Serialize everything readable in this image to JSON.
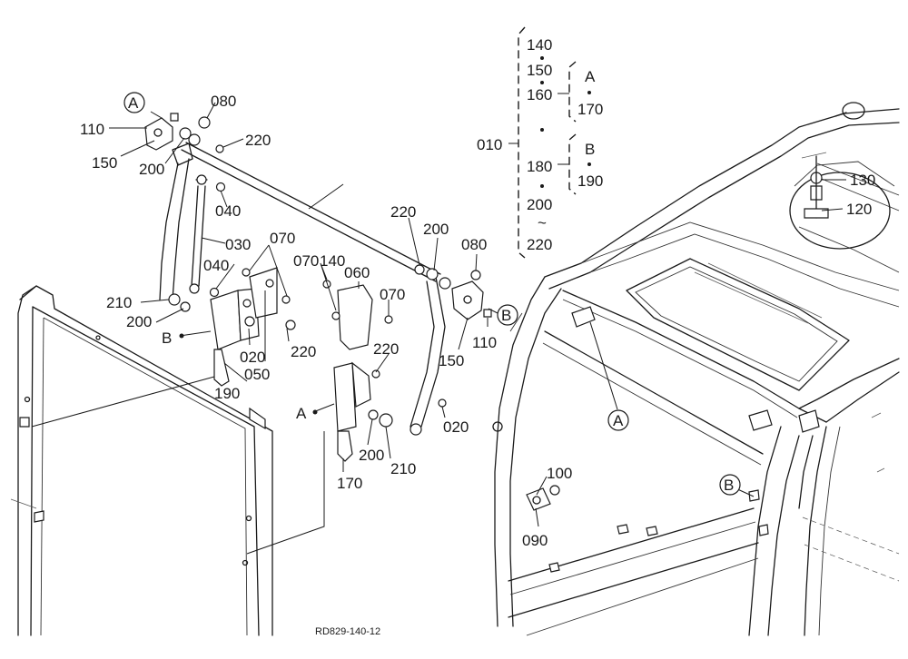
{
  "callouts": {
    "c010": "010",
    "c020a": "020",
    "c020b": "020",
    "c030": "030",
    "c040a": "040",
    "c040b": "040",
    "c050": "050",
    "c060": "060",
    "c070a": "070",
    "c070b": "070",
    "c070c": "070",
    "c080a": "080",
    "c080b": "080",
    "c090": "090",
    "c100": "100",
    "c110a": "110",
    "c110b": "110",
    "c120": "120",
    "c130": "130",
    "c140": "140",
    "c150a": "150",
    "c150b": "150",
    "c170": "170",
    "c190": "190",
    "c200a": "200",
    "c200b": "200",
    "c200c": "200",
    "c200d": "200",
    "c210a": "210",
    "c210b": "210",
    "c220a": "220",
    "c220b": "220",
    "c220c": "220",
    "c220d": "220"
  },
  "markers": {
    "A1": "A",
    "A2": "A",
    "A3": "A",
    "B1": "B",
    "B2": "B",
    "B3": "B"
  },
  "tree": {
    "root": "010",
    "i140": "140",
    "i150": "150",
    "i160": "160",
    "i180": "180",
    "i200": "200",
    "tilde": "~",
    "i220": "220",
    "groupA": "A",
    "i170": "170",
    "groupB": "B",
    "i190": "190"
  },
  "footer": {
    "code": "RD829-140-12"
  }
}
